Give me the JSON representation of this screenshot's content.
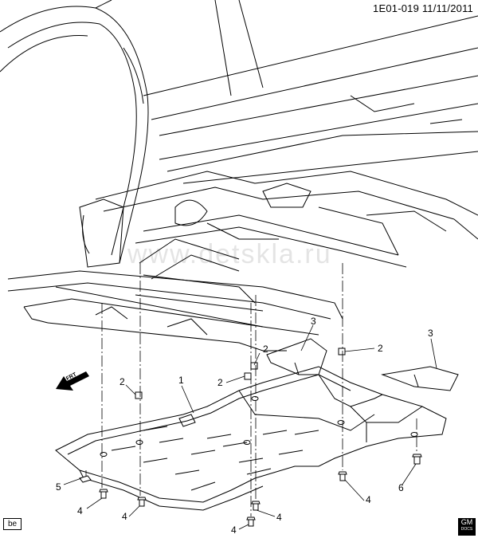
{
  "header": {
    "code": "1E01-019  11/11/2011"
  },
  "watermark": "www.detskla.ru",
  "callouts": [
    {
      "id": "c1",
      "label": "1"
    },
    {
      "id": "c2a",
      "label": "2"
    },
    {
      "id": "c2b",
      "label": "2"
    },
    {
      "id": "c2c",
      "label": "2"
    },
    {
      "id": "c2d",
      "label": "2"
    },
    {
      "id": "c3a",
      "label": "3"
    },
    {
      "id": "c3b",
      "label": "3"
    },
    {
      "id": "c4a",
      "label": "4"
    },
    {
      "id": "c4b",
      "label": "4"
    },
    {
      "id": "c4c",
      "label": "4"
    },
    {
      "id": "c4d",
      "label": "4"
    },
    {
      "id": "c4e",
      "label": "4"
    },
    {
      "id": "c5",
      "label": "5"
    },
    {
      "id": "c6",
      "label": "6"
    }
  ],
  "direction_label": "FRT",
  "footer": {
    "lang_tag": "be",
    "logo_top": "GM",
    "logo_bottom": "DOCS"
  },
  "colors": {
    "line": "#000000",
    "background": "#ffffff"
  }
}
